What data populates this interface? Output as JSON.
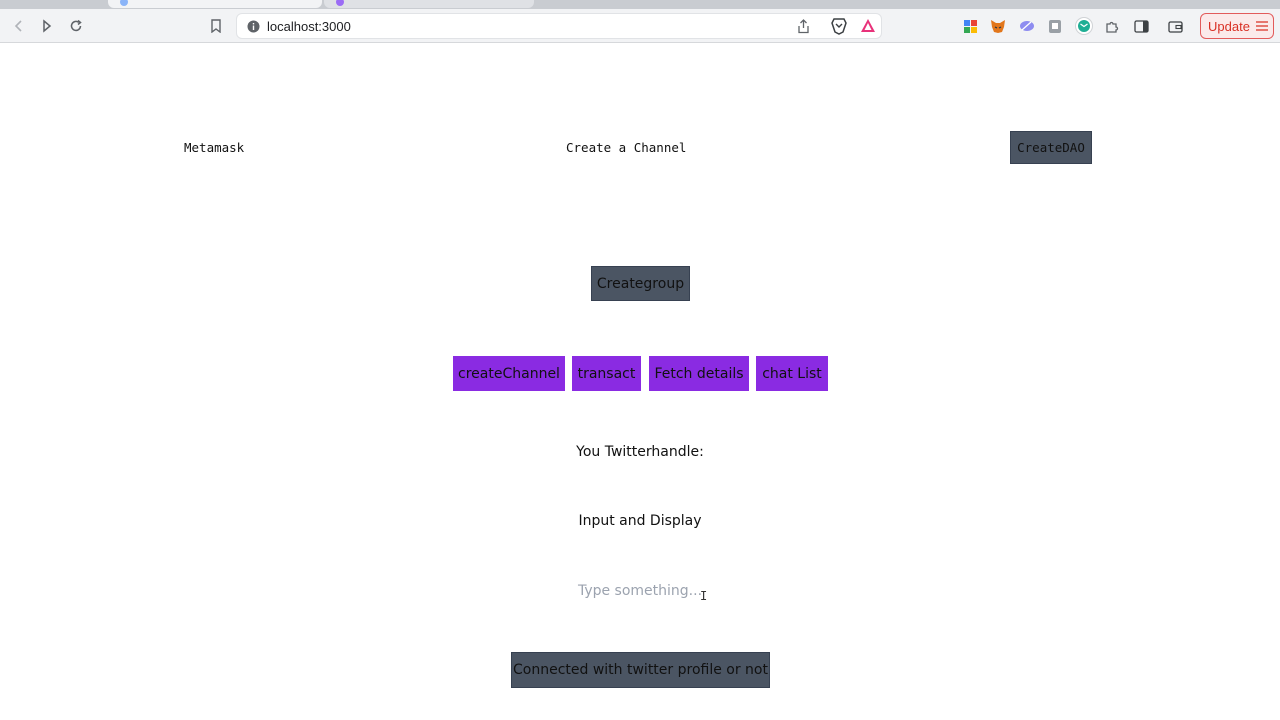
{
  "browser": {
    "url": "localhost:3000",
    "update_label": "Update",
    "icons": {
      "back": "back-arrow-icon",
      "forward": "forward-arrow-icon",
      "reload": "reload-icon",
      "bookmark": "bookmark-icon",
      "info": "site-info-icon",
      "share": "share-icon",
      "brave": "brave-shield-icon",
      "rewards": "brave-rewards-icon",
      "extensions": [
        "extension-grid-icon",
        "metamask-fox-icon",
        "extension-feather-icon",
        "extension-doc-icon",
        "extension-mail-icon",
        "puzzle-icon",
        "sidebar-icon",
        "wallet-icon"
      ],
      "menu": "hamburger-menu-icon"
    }
  },
  "nav": {
    "metamask": "Metamask",
    "create_channel": "Create a Channel",
    "create_dao": "CreateDAO"
  },
  "main": {
    "creategroup": "Creategroup",
    "actions": [
      "createChannel",
      "transact",
      "Fetch details",
      "chat List"
    ],
    "twitter_label": "You Twitterhandle:",
    "input_heading": "Input and Display",
    "input_placeholder": "Type something...",
    "connected_label": "Connected with twitter profile or not"
  },
  "colors": {
    "purple": "#8a2be2",
    "slate": "#4b5563",
    "update_red": "#d93025"
  }
}
